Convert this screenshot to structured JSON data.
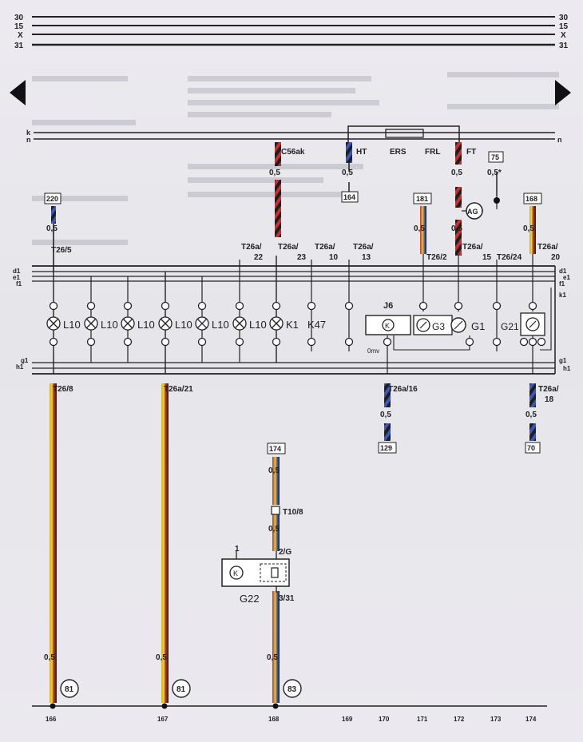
{
  "bus_lines": {
    "top": [
      {
        "left": "30",
        "right": "30"
      },
      {
        "left": "15",
        "right": "15"
      },
      {
        "left": "X",
        "right": "X"
      },
      {
        "left": "31",
        "right": "31"
      }
    ],
    "signal": [
      {
        "left": "k"
      },
      {
        "left": "n",
        "right": "n"
      }
    ]
  },
  "nav": {
    "left_arrow": "arrow-left-icon",
    "right_arrow": "arrow-right-icon"
  },
  "top_labels": {
    "c56ak": "C56ak",
    "ht": "HT",
    "ers": "ERS",
    "frl": "FRL",
    "ft": "FT"
  },
  "ref_boxes": {
    "r220": "220",
    "r164": "164",
    "r181": "181",
    "r75": "75",
    "r168": "168",
    "r129": "129",
    "r70": "70",
    "r174": "174"
  },
  "wire_sizes": {
    "w05": "0,5",
    "w05star": "0,5*"
  },
  "connectors": {
    "t26_5": "T26/5",
    "t26a_22_a": "T26a/",
    "t26a_22_b": "22",
    "t26a_22b": "T26a/",
    "t26a_23_a": "T26a/",
    "t26a_23_b": "23",
    "t26a_10_a": "T26a/",
    "t26a_10_b": "10",
    "t26a_13_a": "T26a/",
    "t26a_13_b": "13",
    "t26_2": "T26/2",
    "t26a_15_a": "T26a/",
    "t26a_15_b": "15",
    "t26_24": "T26/24",
    "t26a_20_a": "T26a/",
    "t26a_20_b": "20",
    "t26_8": "T26/8",
    "t26a_21": "T26a/21",
    "t26a_16": "T26a/16",
    "t26a_18_a": "T26a/",
    "t26a_18_b": "18",
    "t10_8": "T10/8",
    "g22_1": "1",
    "g22_2g": "2/G",
    "g22_331": "3/31"
  },
  "components": {
    "l10": "L10",
    "k1": "K1",
    "k47": "K47",
    "j6": "J6",
    "g3": "G3",
    "g1": "G1",
    "g21": "G21",
    "g22": "G22",
    "ag": "AG",
    "omv": "0mv"
  },
  "panel_marks": {
    "d1": "d1",
    "e1": "e1",
    "f1": "f1",
    "h1": "h1",
    "k1": "k1",
    "g1": "g1"
  },
  "ground_circles": {
    "c81a": "81",
    "c81b": "81",
    "c83": "83"
  },
  "track_numbers": [
    "166",
    "167",
    "168",
    "169",
    "170",
    "171",
    "172",
    "173",
    "174"
  ]
}
